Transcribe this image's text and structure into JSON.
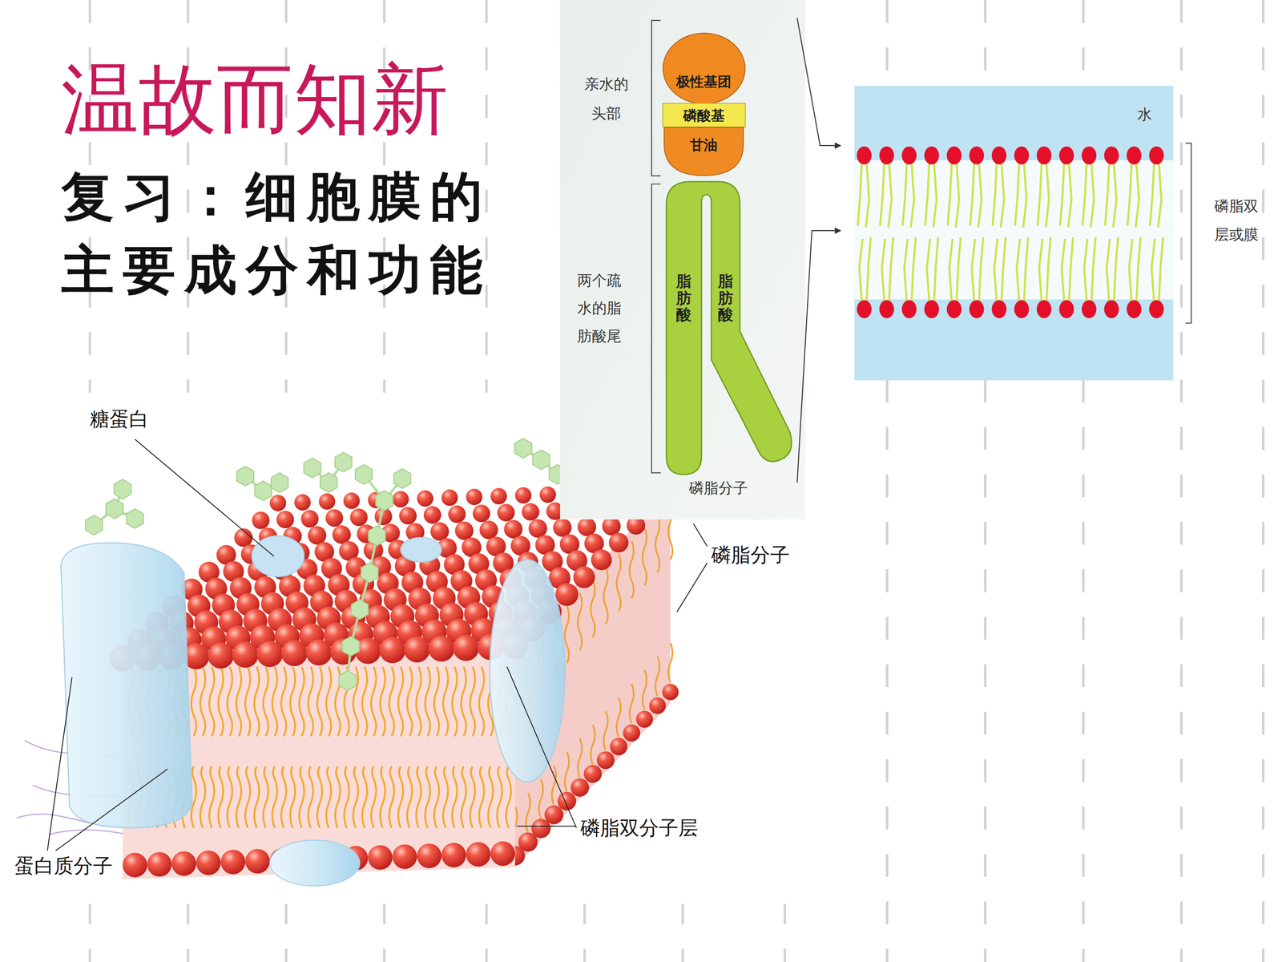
{
  "diagram": {
    "title": "温故而知新",
    "nodes": [
      {
        "text": [
          "极性基团"
        ]
      },
      {
        "text": [
          "磷酸基"
        ]
      },
      {
        "text": [
          "甘油"
        ]
      },
      {
        "text": [
          "脂肪酸"
        ]
      },
      {
        "text": [
          "脂肪酸"
        ]
      }
    ],
    "labels": [
      "复习：细胞膜的 主要成分和功能",
      "亲水的 头部",
      "两个疏 水的脂 肪酸尾",
      "磷脂分子",
      "水",
      "磷脂双 层或膜",
      "糖蛋白",
      "磷脂分子",
      "磷脂双分子层",
      "蛋白质分子"
    ]
  }
}
